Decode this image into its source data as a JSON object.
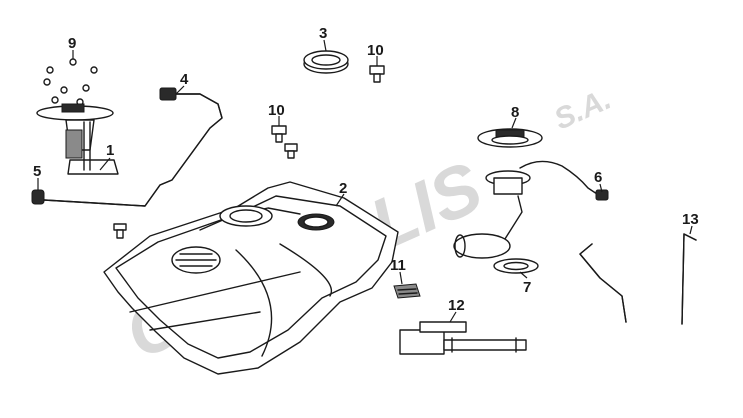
{
  "watermark": {
    "brand": "CUMEOLIS",
    "suffix": "S.A.",
    "color": "#d9d9d9"
  },
  "callouts": [
    {
      "id": "1",
      "label": "1"
    },
    {
      "id": "2",
      "label": "2"
    },
    {
      "id": "3",
      "label": "3"
    },
    {
      "id": "4",
      "label": "4"
    },
    {
      "id": "5",
      "label": "5"
    },
    {
      "id": "6",
      "label": "6"
    },
    {
      "id": "7",
      "label": "7"
    },
    {
      "id": "8",
      "label": "8"
    },
    {
      "id": "9",
      "label": "9"
    },
    {
      "id": "10a",
      "label": "10"
    },
    {
      "id": "10b",
      "label": "10"
    },
    {
      "id": "11",
      "label": "11"
    },
    {
      "id": "12",
      "label": "12"
    },
    {
      "id": "13",
      "label": "13"
    }
  ],
  "colors": {
    "line": "#1a1a1a",
    "background": "#ffffff",
    "shade": "#8a8a8a"
  }
}
